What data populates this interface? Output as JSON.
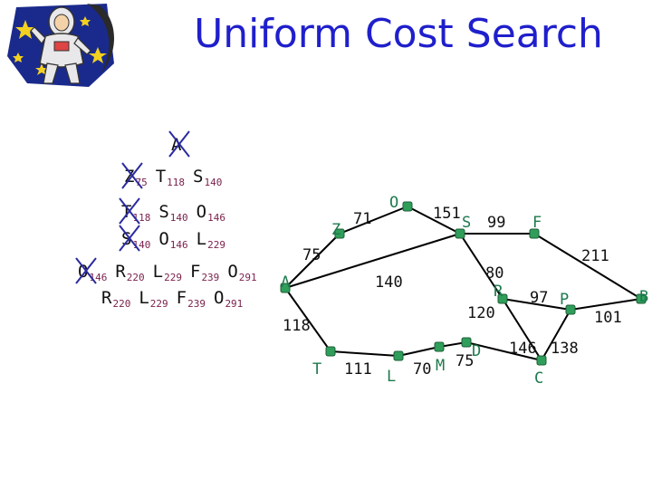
{
  "title": "Uniform Cost Search",
  "colors": {
    "title": "#1f1fcc",
    "node": "#2f9e5a",
    "subscript": "#7a1f4a",
    "cross": "#2a2aa0",
    "edge": "#000000"
  },
  "queue": [
    {
      "items": [
        {
          "city": "A",
          "cost": "",
          "crossed": true
        }
      ]
    },
    {
      "items": [
        {
          "city": "Z",
          "cost": "75",
          "crossed": true
        },
        {
          "city": "T",
          "cost": "118",
          "crossed": false
        },
        {
          "city": "S",
          "cost": "140",
          "crossed": false
        }
      ]
    },
    {
      "items": [
        {
          "city": "T",
          "cost": "118",
          "crossed": true
        },
        {
          "city": "S",
          "cost": "140",
          "crossed": false
        },
        {
          "city": "O",
          "cost": "146",
          "crossed": false
        }
      ]
    },
    {
      "items": [
        {
          "city": "S",
          "cost": "140",
          "crossed": true
        },
        {
          "city": "O",
          "cost": "146",
          "crossed": false
        },
        {
          "city": "L",
          "cost": "229",
          "crossed": false
        }
      ]
    },
    {
      "items": [
        {
          "city": "O",
          "cost": "146",
          "crossed": true
        },
        {
          "city": "R",
          "cost": "220",
          "crossed": false
        },
        {
          "city": "L",
          "cost": "229",
          "crossed": false
        },
        {
          "city": "F",
          "cost": "239",
          "crossed": false
        },
        {
          "city": "O",
          "cost": "291",
          "crossed": false
        }
      ]
    },
    {
      "items": [
        {
          "city": "R",
          "cost": "220",
          "crossed": false
        },
        {
          "city": "L",
          "cost": "229",
          "crossed": false
        },
        {
          "city": "F",
          "cost": "239",
          "crossed": false
        },
        {
          "city": "O",
          "cost": "291",
          "crossed": false
        }
      ]
    }
  ],
  "graph": {
    "nodes": [
      {
        "id": "A",
        "label": "A"
      },
      {
        "id": "Z",
        "label": "Z"
      },
      {
        "id": "O",
        "label": "O"
      },
      {
        "id": "S",
        "label": "S"
      },
      {
        "id": "F",
        "label": "F"
      },
      {
        "id": "T",
        "label": "T"
      },
      {
        "id": "L",
        "label": "L"
      },
      {
        "id": "M",
        "label": "M"
      },
      {
        "id": "D",
        "label": "D"
      },
      {
        "id": "R",
        "label": "R"
      },
      {
        "id": "P",
        "label": "P"
      },
      {
        "id": "C",
        "label": "C"
      },
      {
        "id": "B",
        "label": "B"
      }
    ],
    "edges": [
      {
        "from": "A",
        "to": "Z",
        "cost": "75"
      },
      {
        "from": "Z",
        "to": "O",
        "cost": "71"
      },
      {
        "from": "O",
        "to": "S",
        "cost": "151"
      },
      {
        "from": "A",
        "to": "S",
        "cost": "140"
      },
      {
        "from": "S",
        "to": "F",
        "cost": "99"
      },
      {
        "from": "F",
        "to": "B",
        "cost": "211"
      },
      {
        "from": "S",
        "to": "R",
        "cost": "80"
      },
      {
        "from": "R",
        "to": "P",
        "cost": "97"
      },
      {
        "from": "P",
        "to": "B",
        "cost": "101"
      },
      {
        "from": "A",
        "to": "T",
        "cost": "118"
      },
      {
        "from": "T",
        "to": "L",
        "cost": "111"
      },
      {
        "from": "L",
        "to": "M",
        "cost": "70"
      },
      {
        "from": "M",
        "to": "D",
        "cost": "75"
      },
      {
        "from": "D",
        "to": "C",
        "cost": "120"
      },
      {
        "from": "R",
        "to": "C",
        "cost": "146"
      },
      {
        "from": "P",
        "to": "C",
        "cost": "138"
      }
    ]
  }
}
